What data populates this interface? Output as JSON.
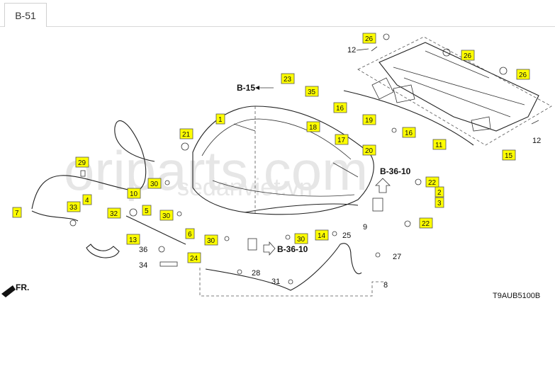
{
  "tab": {
    "label": "B-51"
  },
  "diagram": {
    "code": "T9AUB5100B",
    "watermark": {
      "main": "oriparts.com",
      "sub": "sedanviet.vn"
    },
    "refs": {
      "b15": "B-15",
      "b3610_top": "B-36-10",
      "b3610_bottom": "B-36-10"
    },
    "front_marker": "FR.",
    "callouts": [
      "1",
      "2",
      "3",
      "4",
      "5",
      "6",
      "10",
      "11",
      "13",
      "14",
      "15",
      "16",
      "16",
      "17",
      "18",
      "19",
      "20",
      "21",
      "22",
      "22",
      "23",
      "24",
      "26",
      "26",
      "26",
      "29",
      "30",
      "30",
      "30",
      "30",
      "30",
      "32",
      "33",
      "35",
      "7"
    ],
    "plain_labels": [
      "12",
      "12",
      "25",
      "27",
      "28",
      "31",
      "34",
      "36",
      "8",
      "9"
    ]
  }
}
